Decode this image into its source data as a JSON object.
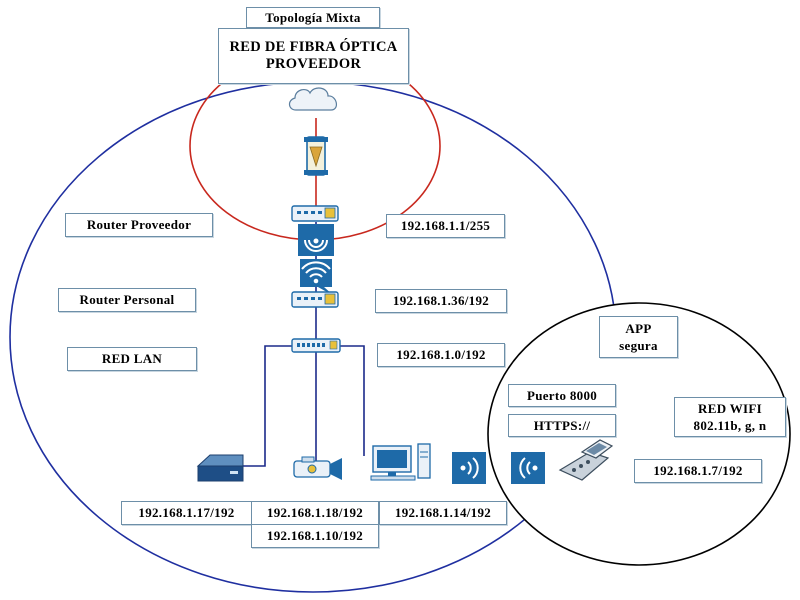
{
  "title": "Topología Mixta",
  "provider_network": {
    "line1": "RED DE FIBRA ÓPTICA",
    "line2": "PROVEEDOR"
  },
  "labels": {
    "router_provider": "Router Proveedor",
    "router_personal": "Router Personal",
    "lan": "RED LAN",
    "app_line1": "APP",
    "app_line2": "segura",
    "port": "Puerto 8000",
    "https": "HTTPS://",
    "wifi_line1": "RED WIFI",
    "wifi_line2": "802.11b, g, n"
  },
  "ips": {
    "provider": "192.168.1.1/255",
    "personal": "192.168.1.36/192",
    "lan": "192.168.1.0/192",
    "mobile": "192.168.1.7/192",
    "server": "192.168.1.17/192",
    "camera_a": "192.168.1.18/192",
    "camera_b": "192.168.1.10/192",
    "pc": "192.168.1.14/192"
  },
  "colors": {
    "outer_circle": "#1f2fa0",
    "fiber_circle": "#c8281e",
    "app_circle": "#000000",
    "lan_cable": "#1c2a8a",
    "device_blue": "#1e6aa8",
    "label_border": "#6d8fa8"
  },
  "icons": [
    "cloud-icon",
    "fiber-converter-icon",
    "router-icon",
    "wireless-signal-icon",
    "wifi-icon",
    "switch-icon",
    "server-icon",
    "camera-icon",
    "computer-icon",
    "phone-icon"
  ]
}
